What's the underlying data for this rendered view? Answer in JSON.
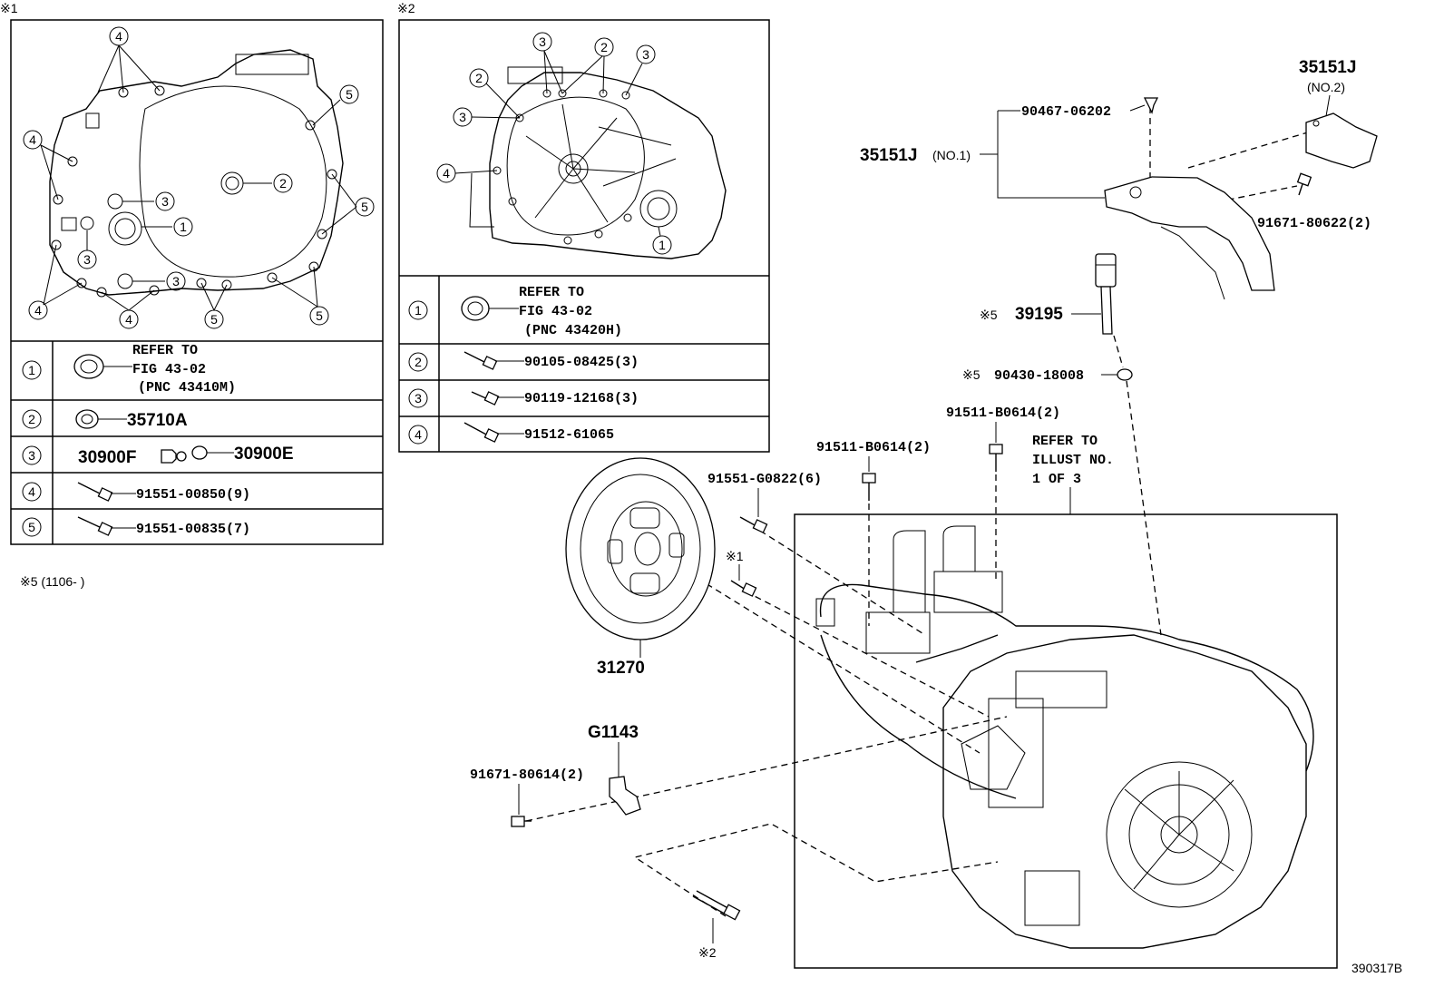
{
  "panel1": {
    "marker": "※1",
    "callouts": {
      "c1": "1",
      "c2": "2",
      "c3": "3",
      "c4": "4",
      "c5": "5"
    },
    "table": [
      {
        "num": "1",
        "lines": [
          "REFER TO",
          "FIG 43-02",
          "(PNC 43410M)"
        ]
      },
      {
        "num": "2",
        "part": "35710A"
      },
      {
        "num": "3",
        "part_a": "30900F",
        "part_b": "30900E"
      },
      {
        "num": "4",
        "part": "91551-00850(9)"
      },
      {
        "num": "5",
        "part": "91551-00835(7)"
      }
    ],
    "note": "※5 (1106-      )"
  },
  "panel2": {
    "marker": "※2",
    "table": [
      {
        "num": "1",
        "lines": [
          "REFER TO",
          "FIG 43-02",
          "(PNC 43420H)"
        ]
      },
      {
        "num": "2",
        "part": "90105-08425(3)"
      },
      {
        "num": "3",
        "part": "90119-12168(3)"
      },
      {
        "num": "4",
        "part": "91512-61065"
      }
    ]
  },
  "main": {
    "bracket_no2": "35151J",
    "bracket_no2_sub": "(NO.2)",
    "bracket_no1": "35151J",
    "bracket_no1_sub": "(NO.1)",
    "bolt_90467": "90467-06202",
    "bolt_91671_80622": "91671-80622(2)",
    "sensor_prefix": "※5",
    "sensor": "39195",
    "gasket_prefix": "※5",
    "gasket": "90430-18008",
    "bolt_91511_a": "91511-B0614(2)",
    "bolt_91511_b": "91511-B0614(2)",
    "refer": [
      "REFER TO",
      "ILLUST NO.",
      "1 OF 3"
    ],
    "bolt_91551_g": "91551-G0822(6)",
    "mark1": "※1",
    "disc": "31270",
    "bracket_g": "G1143",
    "bolt_91671_80614": "91671-80614(2)",
    "mark2": "※2",
    "figure_code": "390317B"
  }
}
